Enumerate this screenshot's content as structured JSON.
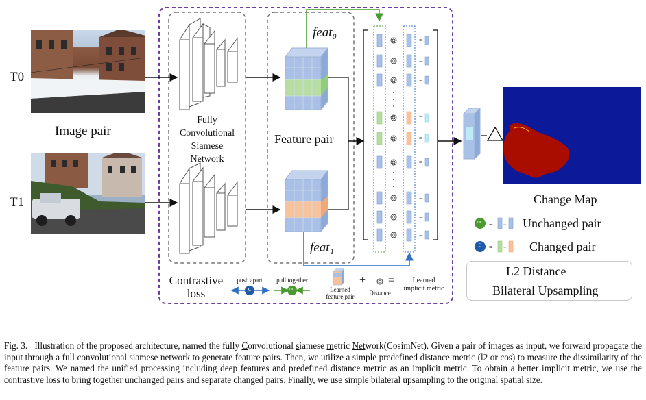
{
  "figure": {
    "row_labels": {
      "t0": "T0",
      "t1": "T1"
    },
    "image_pair_label": "Image pair",
    "network_label": [
      "Fully",
      "Convolutional",
      "Siamese",
      "Network"
    ],
    "feature_pair_label": "Feature pair",
    "feat0_label": "feat₀",
    "feat1_label": "feat₁",
    "change_map_label": "Change Map",
    "contrastive_loss_label": [
      "Contrastive",
      "loss"
    ],
    "push_apart_label": "push apart",
    "pull_together_label": "pull together",
    "learned_feature_pair_label": [
      "Learned",
      "feature pair"
    ],
    "distance_small_label": "Distance",
    "learned_metric_label": [
      "Learned",
      "implicit metric"
    ],
    "legend": {
      "unchanged": "Unchanged pair",
      "changed": "Changed pair",
      "l2": "L2 Distance",
      "bilateral": "Bilateral Upsampling",
      "uc_badge": "UC",
      "c_badge": "C"
    },
    "operators": {
      "plus": "+",
      "equals": "="
    },
    "colors": {
      "dashed_purple": "#6b3fa0",
      "feature_blue": "#a9c1e6",
      "feature_green": "#b6dea3",
      "feature_orange": "#f6c39c",
      "change_map_blue": "#0c1a9a",
      "change_map_red": "#a80d00",
      "badge_green": "#4a9a2f",
      "badge_blue": "#1f5aa8"
    }
  },
  "caption": {
    "prefix": "Fig. 3.",
    "part1": "Illustration of the proposed architecture, named the fully ",
    "u1": "C",
    "part2": "onvolutional ",
    "u2": "s",
    "part3": "iamese ",
    "u3": "m",
    "part4": "etric ",
    "u4": "Net",
    "part5": "work(CosimNet). Given a pair of images as input, we forward propagate the input through a full convolutional siamese network to generate feature pairs. Then, we utilize a simple predefined distance metric (l2 or cos) to measure the dissimilarity of the feature pairs. We named the unified processing including deep features and predefined distance metric as an implicit metric. To obtain a better implicit metric, we use the contrastive loss to bring together unchanged pairs and separate changed pairs. Finally, we use simple bilateral upsampling to the original spatial size."
  }
}
